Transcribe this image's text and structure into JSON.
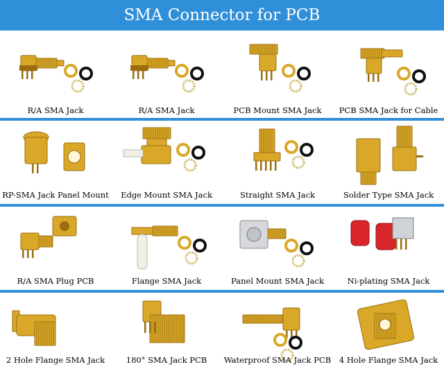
{
  "title": "SMA Connector for PCB",
  "colors": {
    "banner": "#2f8fd8",
    "gold": "#d9a828",
    "gold_dark": "#9a6e10",
    "teflon": "#f2efe4",
    "ring": "#111111",
    "red": "#d8262a"
  },
  "rows": [
    {
      "items": [
        {
          "label": "R/A SMA Jack",
          "style": "ra"
        },
        {
          "label": "R/A SMA Jack",
          "style": "ra2"
        },
        {
          "label": "PCB Mount SMA Jack",
          "style": "pcb"
        },
        {
          "label": "PCB SMA Jack for Cable",
          "style": "cable"
        }
      ]
    },
    {
      "items": [
        {
          "label": "RP-SMA Jack Panel Mount",
          "style": "panel"
        },
        {
          "label": "Edge Mount SMA Jack",
          "style": "edge"
        },
        {
          "label": "Straight SMA Jack",
          "style": "straight"
        },
        {
          "label": "Solder Type SMA Jack",
          "style": "solder"
        }
      ]
    },
    {
      "items": [
        {
          "label": "R/A SMA Plug PCB",
          "style": "plug"
        },
        {
          "label": "Flange SMA Jack",
          "style": "flange"
        },
        {
          "label": "Panel Mount SMA Jack",
          "style": "silver"
        },
        {
          "label": "Ni-plating SMA Jack",
          "style": "ni"
        }
      ]
    },
    {
      "items": [
        {
          "label": "2 Hole Flange SMA Jack",
          "style": "flange2"
        },
        {
          "label": "180°  SMA Jack PCB",
          "style": "pcb180"
        },
        {
          "label": "Waterproof SMA Jack PCB",
          "style": "waterproof"
        },
        {
          "label": "4 Hole Flange SMA Jack",
          "style": "flange4"
        }
      ]
    }
  ]
}
